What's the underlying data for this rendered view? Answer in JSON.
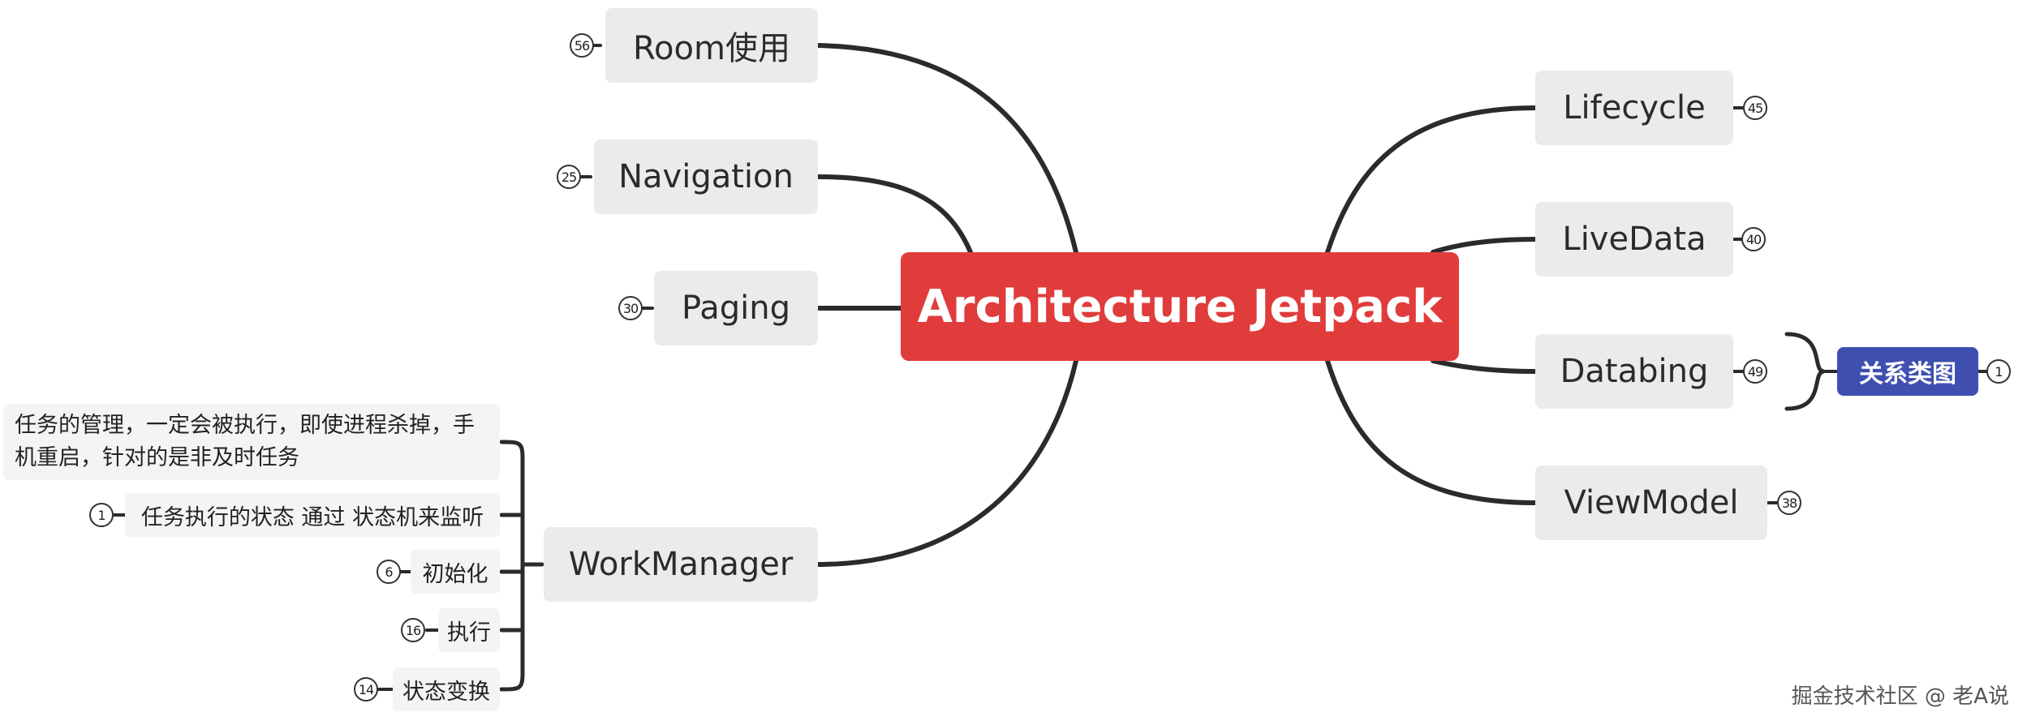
{
  "root": {
    "label": "Architecture Jetpack",
    "color": "#e03c3c"
  },
  "left_topics": [
    {
      "label": "Room使用",
      "badge": "56"
    },
    {
      "label": "Navigation",
      "badge": "25"
    },
    {
      "label": "Paging",
      "badge": "30"
    },
    {
      "label": "WorkManager",
      "badge": ""
    }
  ],
  "right_topics": [
    {
      "label": "Lifecycle",
      "badge": "45"
    },
    {
      "label": "LiveData",
      "badge": "40"
    },
    {
      "label": "Databing",
      "badge": "49"
    },
    {
      "label": "ViewModel",
      "badge": "38"
    }
  ],
  "workmanager_children": [
    {
      "lines": [
        "任务的管理，一定会被执行，即使进程杀掉，手",
        "机重启，针对的是非及时任务"
      ],
      "badge": ""
    },
    {
      "lines": [
        "任务执行的状态 通过 状态机来监听"
      ],
      "badge": "1"
    },
    {
      "lines": [
        "初始化"
      ],
      "badge": "6"
    },
    {
      "lines": [
        "执行"
      ],
      "badge": "16"
    },
    {
      "lines": [
        "状态变换"
      ],
      "badge": "14"
    }
  ],
  "databing_summary": {
    "label": "关系类图",
    "badge": "1",
    "color": "#3f4fb0"
  },
  "watermark": "掘金技术社区 @ 老A说"
}
